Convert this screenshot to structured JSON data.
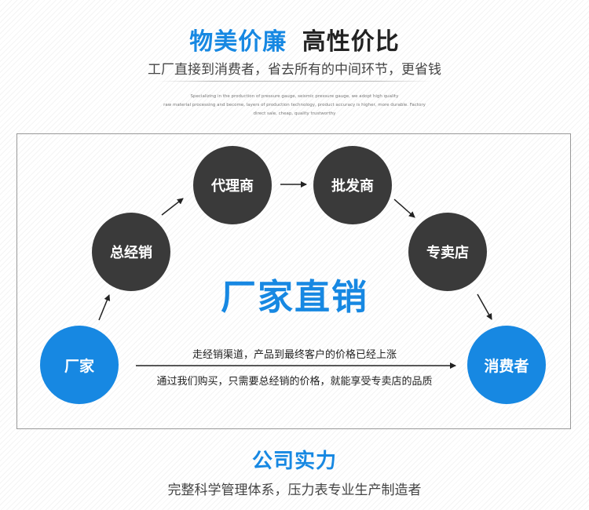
{
  "header": {
    "title_part1": "物美价廉",
    "title_part2": "高性价比",
    "title_color_part1": "#1788e2",
    "title_color_part2": "#222222",
    "subtitle": "工厂直接到消费者，省去所有的中间环节，更省钱",
    "fine_print": [
      "Specializing in the production of pressure gauge, seismic pressure gauge, we adopt high quality",
      "raw material processing and become, layers of production technology, product accuracy is higher, more durable. Factory",
      "direct sale, cheap, quality trustworthy"
    ]
  },
  "diagram": {
    "center_title": "厂家直销",
    "nodes": {
      "changjia": "厂家",
      "zongjingxiao": "总经销",
      "dailishang": "代理商",
      "pifashang": "批发商",
      "zhuanmaidian": "专卖店",
      "xiaofeizhe": "消费者"
    },
    "note_above_arrow": "走经销渠道，产品到最终客户的价格已经上涨",
    "note_below_arrow": "通过我们购买，只需要总经销的价格，就能享受专卖店的品质",
    "colors": {
      "dark_node": "#3a3a3a",
      "blue_node": "#1788e2"
    }
  },
  "strength": {
    "title": "公司实力",
    "subtitle": "完整科学管理体系，压力表专业生产制造者"
  }
}
